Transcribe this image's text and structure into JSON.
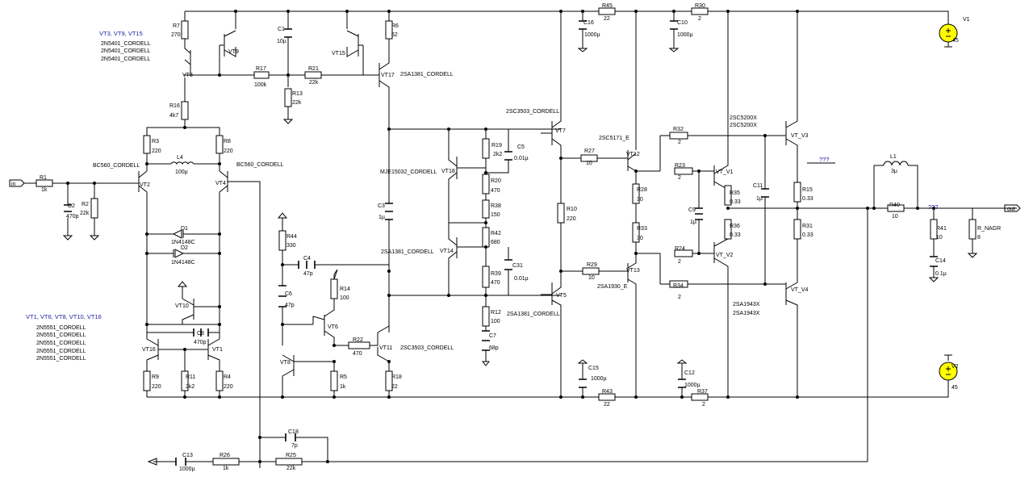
{
  "schematic": {
    "notes": {
      "vt3_group": "VT3, VT9, VT15",
      "vt1_group": "VT1, VT6, VT8, VT10, VT16",
      "unknown_vt_v1": "???",
      "unknown_out": "???"
    },
    "models": {
      "upper_pnp_1": "2N5401_CORDELL",
      "upper_pnp_2": "2N5401_CORDELL",
      "upper_pnp_3": "2N5401_CORDELL",
      "lower_npn_1": "2N5551_CORDELL",
      "lower_npn_2": "2N5551_CORDELL",
      "lower_npn_3": "2N5551_CORDELL",
      "lower_npn_4": "2N5551_CORDELL",
      "lower_npn_5": "2N5551_CORDELL",
      "vt2": "BC560_CORDELL",
      "vt4": "BC560_CORDELL",
      "vt17": "2SA1381_CORDELL",
      "vt7": "2SC3503_CORDELL",
      "vt18": "MJE15032_CORDELL",
      "vt14": "2SA1381_CORDELL",
      "vt5": "2SA1381_CORDELL",
      "vt11": "2SC3503_CORDELL",
      "vt12": "2SC5171_E",
      "vt13": "2SA1930_E",
      "upper_out_1": "2SC5200X",
      "upper_out_2": "2SC5200X",
      "lower_out_1": "2SA1943X",
      "lower_out_2": "2SA1943X"
    },
    "transistors": {
      "vt9": "VT9",
      "vt3": "VT3",
      "vt15": "VT15",
      "vt17": "VT17",
      "vt2": "VT2",
      "vt4": "VT4",
      "vt18": "VT18",
      "vt14": "VT14",
      "vt7": "VT7",
      "vt5": "VT5",
      "vt12": "VT12",
      "vt13": "VT13",
      "vt_v1": "VT_V1",
      "vt_v2": "VT_V2",
      "vt_v3": "VT_V3",
      "vt_v4": "VT_V4",
      "vt10": "VT10",
      "vt16": "VT16",
      "vt1": "VT1",
      "vt6": "VT6",
      "vt8": "VT8",
      "vt11": "VT11"
    },
    "resistors": {
      "r7": {
        "name": "R7",
        "value": "270"
      },
      "r6": {
        "name": "R6",
        "value": "62"
      },
      "r17": {
        "name": "R17",
        "value": "100k"
      },
      "r21": {
        "name": "R21",
        "value": "22k"
      },
      "r13": {
        "name": "R13",
        "value": "22k"
      },
      "r16": {
        "name": "R16",
        "value": "4k7"
      },
      "r3": {
        "name": "R3",
        "value": "220"
      },
      "r8": {
        "name": "R8",
        "value": "220"
      },
      "r1": {
        "name": "R1",
        "value": "1k"
      },
      "r2": {
        "name": "R2",
        "value": "22k"
      },
      "r19": {
        "name": "R19",
        "value": "2k2"
      },
      "r20": {
        "name": "R20",
        "value": "470"
      },
      "r38": {
        "name": "R38",
        "value": "150"
      },
      "r42": {
        "name": "R42",
        "value": "680"
      },
      "r39": {
        "name": "R39",
        "value": "470"
      },
      "r12": {
        "name": "R12",
        "value": "100"
      },
      "r44": {
        "name": "R44",
        "value": "330"
      },
      "r14": {
        "name": "R14",
        "value": "100"
      },
      "r22": {
        "name": "R22",
        "value": "470"
      },
      "r5": {
        "name": "R5",
        "value": "1k"
      },
      "r18": {
        "name": "R18",
        "value": "22"
      },
      "r9": {
        "name": "R9",
        "value": "220"
      },
      "r11": {
        "name": "R11",
        "value": "2k2"
      },
      "r4": {
        "name": "R4",
        "value": "220"
      },
      "r45": {
        "name": "R45",
        "value": "22"
      },
      "r30": {
        "name": "R30",
        "value": "2"
      },
      "r27": {
        "name": "R27",
        "value": "10"
      },
      "r10": {
        "name": "R10",
        "value": "220"
      },
      "r29": {
        "name": "R29",
        "value": "10"
      },
      "r32": {
        "name": "R32",
        "value": "2"
      },
      "r23": {
        "name": "R23",
        "value": "2"
      },
      "r28": {
        "name": "R28",
        "value": "30"
      },
      "r33": {
        "name": "R33",
        "value": "30"
      },
      "r24": {
        "name": "R24",
        "value": "2"
      },
      "r34": {
        "name": "R34",
        "value": "2"
      },
      "r35": {
        "name": "R35",
        "value": "0.33"
      },
      "r36": {
        "name": "R36",
        "value": "0.33"
      },
      "r15": {
        "name": "R15",
        "value": "0.33"
      },
      "r31": {
        "name": "R31",
        "value": "0.33"
      },
      "r40": {
        "name": "R40",
        "value": "10"
      },
      "r41": {
        "name": "R41",
        "value": "10"
      },
      "r_nagr": {
        "name": "R_NAGR",
        "value": "8"
      },
      "r43": {
        "name": "R43",
        "value": "22"
      },
      "r37": {
        "name": "R37",
        "value": "2"
      },
      "r26": {
        "name": "R26",
        "value": "1k"
      },
      "r25": {
        "name": "R25",
        "value": "22k"
      }
    },
    "capacitors": {
      "c1": {
        "name": "C1",
        "value": "10µ"
      },
      "c2": {
        "name": "C2",
        "value": "470p"
      },
      "c3": {
        "name": "C3",
        "value": "1µ"
      },
      "c5": {
        "name": "C5",
        "value": "0.01µ"
      },
      "c31": {
        "name": "C31",
        "value": "0.01µ"
      },
      "c7": {
        "name": "C7",
        "value": "68p"
      },
      "c4": {
        "name": "C4",
        "value": "47p"
      },
      "c6": {
        "name": "C6",
        "value": "47p"
      },
      "c8": {
        "name": "C8",
        "value": "470p"
      },
      "c16": {
        "name": "C16",
        "value": "1000µ"
      },
      "c10": {
        "name": "C10",
        "value": "1000µ"
      },
      "c11": {
        "name": "C11",
        "value": "1µ"
      },
      "c9": {
        "name": "C9",
        "value": "1µ"
      },
      "c14": {
        "name": "C14",
        "value": "0.1µ"
      },
      "c15": {
        "name": "C15",
        "value": "1000µ"
      },
      "c12": {
        "name": "C12",
        "value": "1000µ"
      },
      "c18": {
        "name": "C18",
        "value": "7p"
      },
      "c13": {
        "name": "C13",
        "value": "1000µ"
      }
    },
    "inductors": {
      "l4": {
        "name": "L4",
        "value": "100µ"
      },
      "l1": {
        "name": "L1",
        "value": "3µ"
      }
    },
    "diodes": {
      "d1": {
        "name": "D1",
        "model": "1N4148C"
      },
      "d2": {
        "name": "D2",
        "model": "1N4148C"
      }
    },
    "sources": {
      "v1": {
        "name": "V1",
        "value": "45"
      },
      "v2": {
        "name": "V2",
        "value": "45"
      }
    },
    "ports": {
      "in": "in",
      "out": "out"
    },
    "colors": {
      "wire": "#000000",
      "note": "#1e20a6",
      "background": "#ffffff",
      "source_fill": "#ffff00"
    }
  }
}
